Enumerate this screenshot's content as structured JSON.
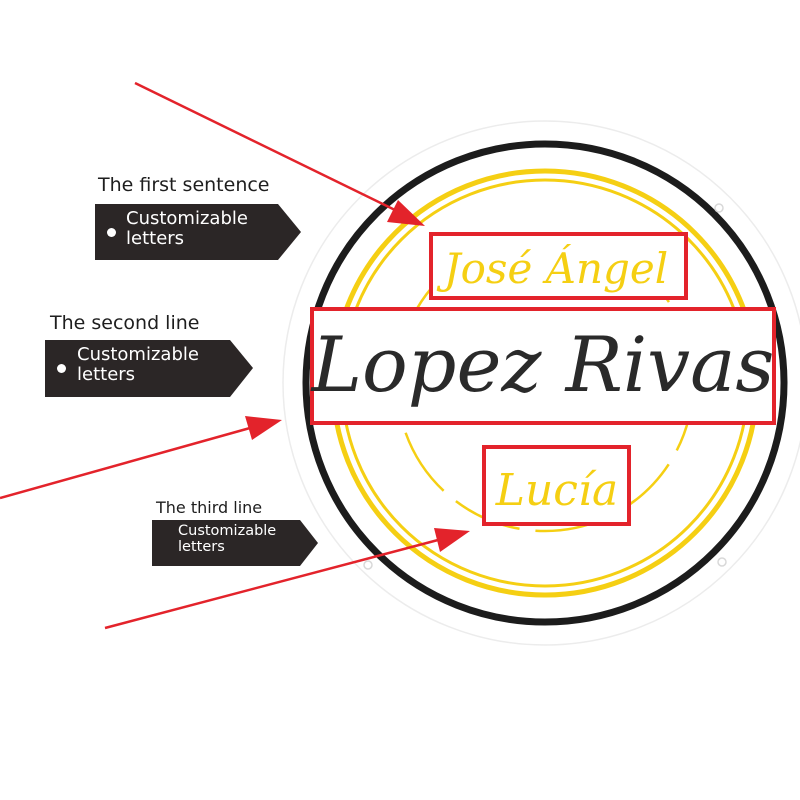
{
  "sign": {
    "line1_text": "José Ángel",
    "line2_text": "Lopez Rivas",
    "line3_text": "Lucía"
  },
  "callouts": [
    {
      "heading": "The first sentence",
      "tag_text": "Customizable letters"
    },
    {
      "heading": "The second line",
      "tag_text": "Customizable letters"
    },
    {
      "heading": "The third line",
      "tag_text": "Customizable letters"
    }
  ],
  "colors": {
    "outer_ring": "#1c1c1c",
    "neon_yellow": "#f5cf13",
    "highlight_red": "#e3232b",
    "tag_fill": "#2b2626"
  }
}
